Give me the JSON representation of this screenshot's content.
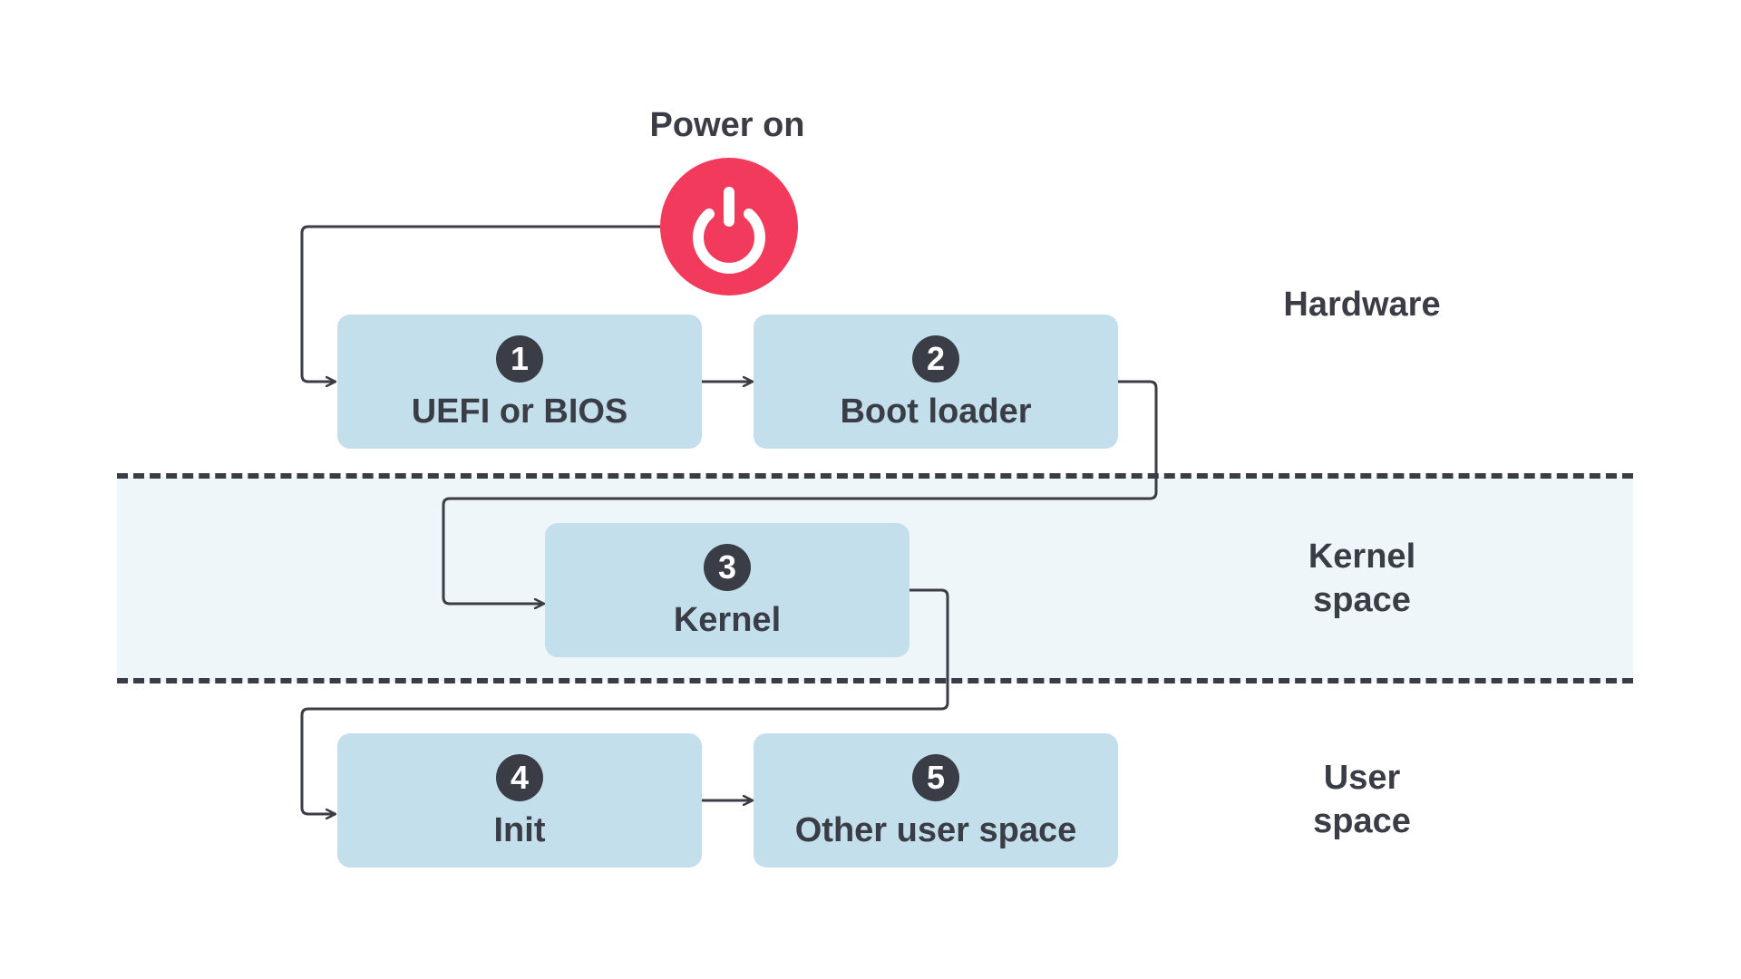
{
  "power": {
    "title": "Power on",
    "icon": "power-icon",
    "color": "#f23b5c"
  },
  "layers": {
    "hardware": [
      "Hardware"
    ],
    "kernel": [
      "Kernel",
      "space"
    ],
    "user": [
      "User",
      "space"
    ]
  },
  "steps": [
    {
      "num": "1",
      "label": "UEFI or BIOS"
    },
    {
      "num": "2",
      "label": "Boot loader"
    },
    {
      "num": "3",
      "label": "Kernel"
    },
    {
      "num": "4",
      "label": "Init"
    },
    {
      "num": "5",
      "label": "Other user space"
    }
  ],
  "colors": {
    "node_fill": "#c4dfec",
    "band_fill": "#eef6fa",
    "ink": "#3a3d45"
  }
}
